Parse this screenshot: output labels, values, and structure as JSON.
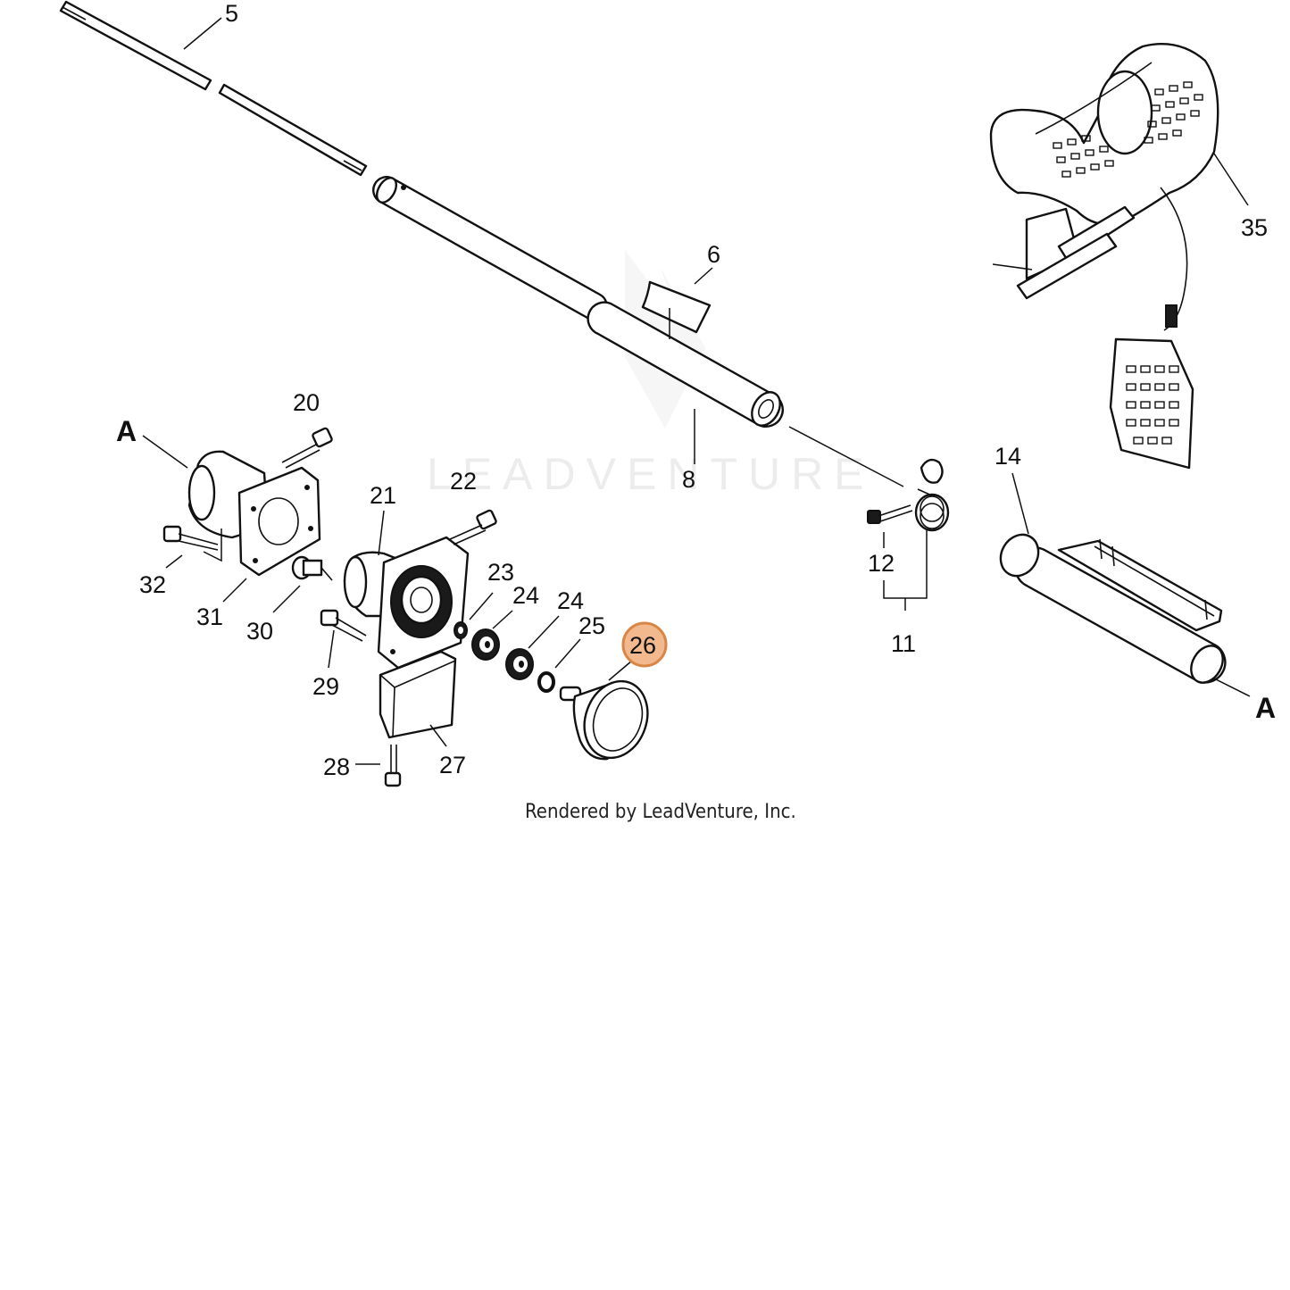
{
  "watermark": "LEADVENTURE",
  "credit": "Rendered by LeadVenture, Inc.",
  "highlight_color": "#f2b98f",
  "highlight_stroke": "#d98545",
  "callouts": {
    "c5": "5",
    "c6": "6",
    "c8": "8",
    "c11": "11",
    "c12": "12",
    "c14": "14",
    "c20": "20",
    "c21": "21",
    "c22": "22",
    "c23": "23",
    "c24a": "24",
    "c24b": "24",
    "c25": "25",
    "c26": "26",
    "c27": "27",
    "c28": "28",
    "c29": "29",
    "c30": "30",
    "c31": "31",
    "c32": "32",
    "c35": "35",
    "a_left": "A",
    "a_right": "A"
  }
}
